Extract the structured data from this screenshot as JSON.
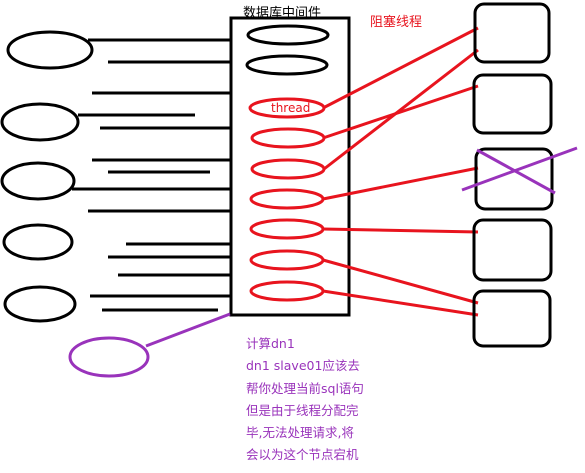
{
  "labels": {
    "middleware": "数据库中间件",
    "blocked_threads": "阻塞线程",
    "thread": "thread"
  },
  "note_lines": [
    "计算dn1",
    "dn1 slave01应该去",
    "帮你处理当前sql语句",
    "但是由于线程分配完",
    "毕,无法处理请求,将",
    "会以为这个节点宕机"
  ],
  "colors": {
    "black": "#000000",
    "red": "#e8141e",
    "purple": "#9933bb"
  }
}
